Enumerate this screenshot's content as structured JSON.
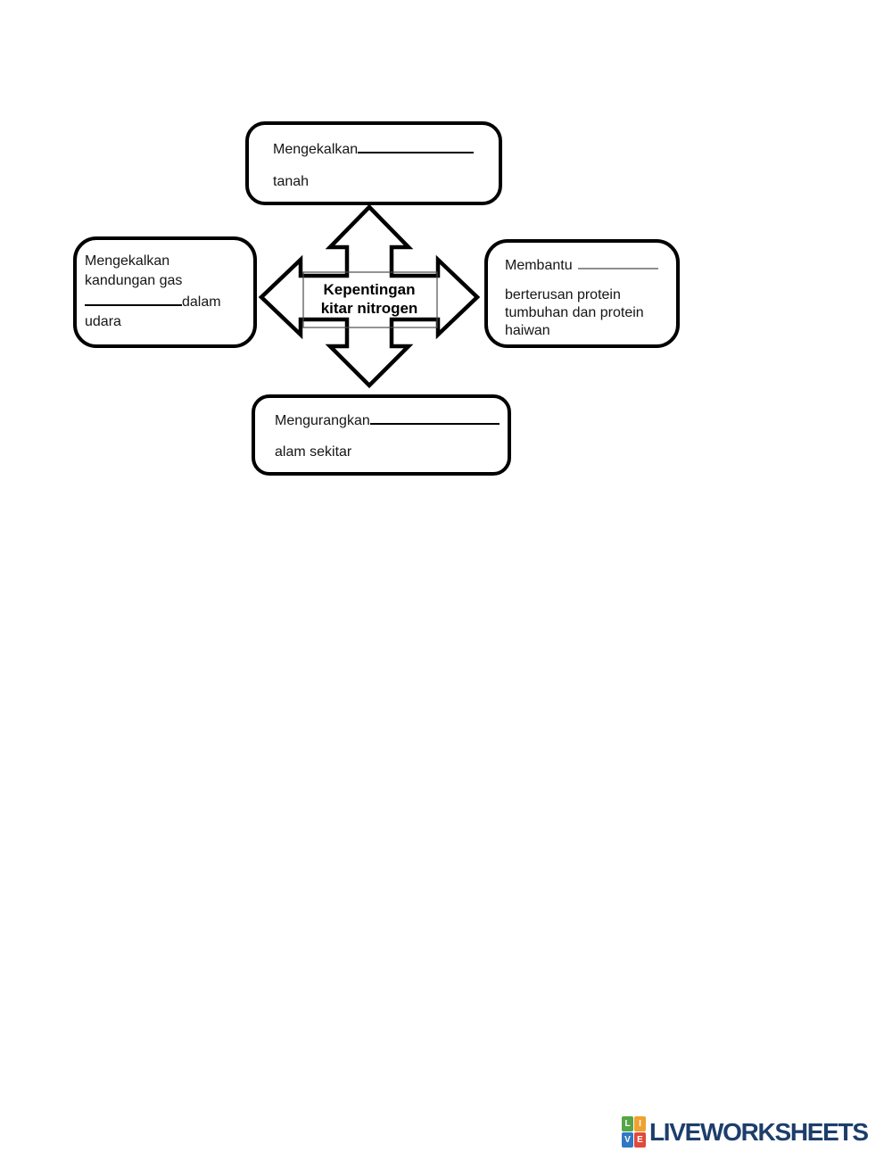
{
  "diagram": {
    "center": {
      "title_line1": "Kepentingan",
      "title_line2": "kitar nitrogen"
    },
    "boxes": {
      "top": {
        "line1_prefix": "Mengekalkan",
        "blank_value": "",
        "line2": "tanah"
      },
      "left": {
        "line1": "Mengekalkan",
        "line2": "kandungan gas",
        "blank_value": "",
        "line3_suffix": "dalam",
        "line4": "udara"
      },
      "right": {
        "line1_prefix": "Membantu",
        "blank_value": "",
        "body": "berterusan protein tumbuhan dan protein haiwan"
      },
      "bottom": {
        "line1_prefix": "Mengurangkan",
        "blank_value": "",
        "line2": "alam sekitar"
      }
    }
  },
  "footer": {
    "logo_text": "LIVEWORKSHEETS",
    "logo_text_color": "#1d3e6b",
    "logo_squares": [
      {
        "letter": "L",
        "color": "#56a546"
      },
      {
        "letter": "I",
        "color": "#f0a12e"
      },
      {
        "letter": "V",
        "color": "#2f78c4"
      },
      {
        "letter": "E",
        "color": "#e04a3c"
      }
    ]
  }
}
